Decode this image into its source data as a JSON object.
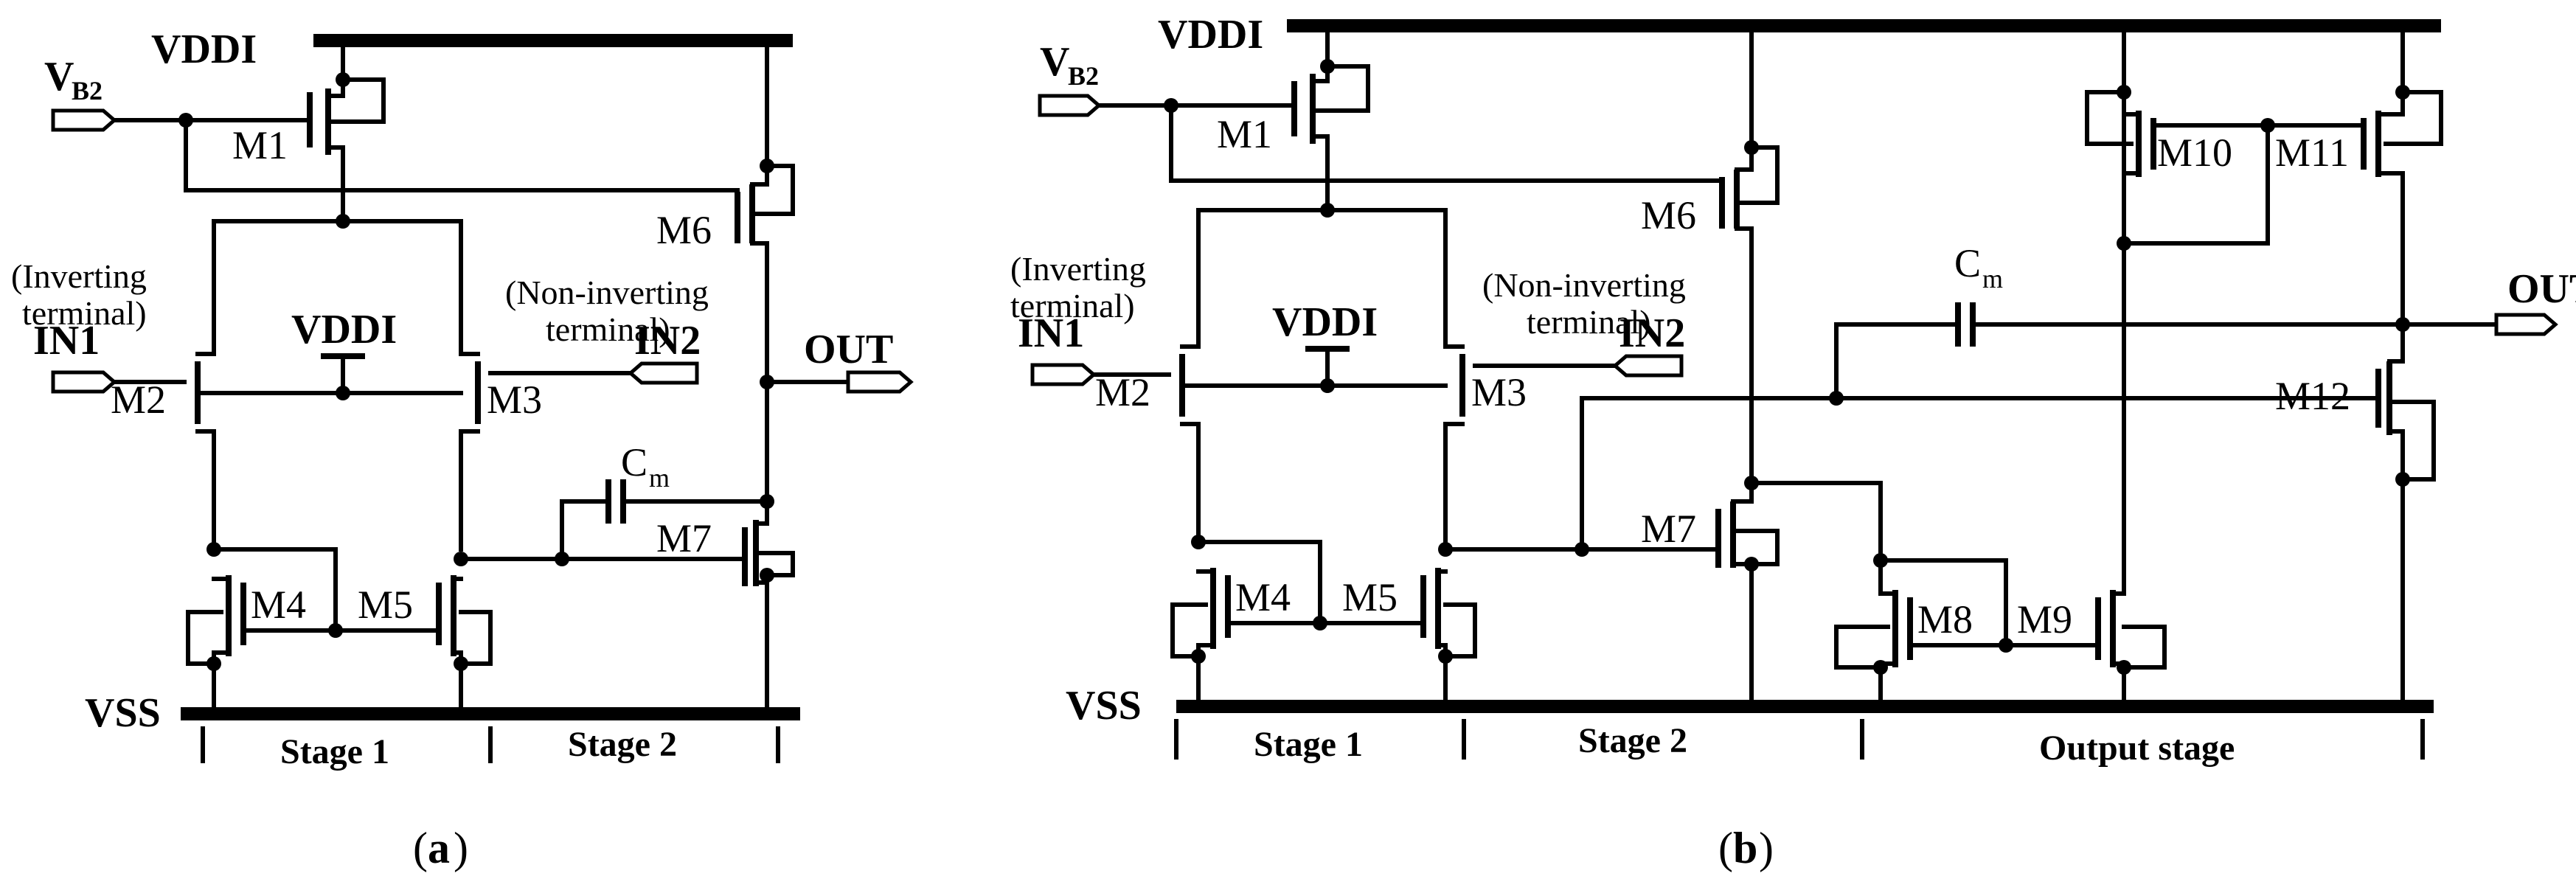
{
  "a": {
    "caption_open": "(",
    "caption_letter": "a",
    "caption_close": ")",
    "vddi": "VDDI",
    "vddi_mid": "VDDI",
    "vss": "VSS",
    "vb2_main": "V",
    "vb2_sub": "B2",
    "in1": "IN1",
    "in2": "IN2",
    "out": "OUT",
    "inv_line1": "(Inverting",
    "inv_line2": "terminal)",
    "noninv_line1": "(Non-inverting",
    "noninv_line2": "terminal)",
    "cm_main": "C",
    "cm_sub": "m",
    "transistors": [
      "M1",
      "M2",
      "M3",
      "M4",
      "M5",
      "M6",
      "M7"
    ],
    "stages": [
      "Stage 1",
      "Stage 2"
    ]
  },
  "b": {
    "caption_open": "(",
    "caption_letter": "b",
    "caption_close": ")",
    "vddi": "VDDI",
    "vddi_mid": "VDDI",
    "vss": "VSS",
    "vb2_main": "V",
    "vb2_sub": "B2",
    "in1": "IN1",
    "in2": "IN2",
    "out": "OUT",
    "inv_line1": "(Inverting",
    "inv_line2": "terminal)",
    "noninv_line1": "(Non-inverting",
    "noninv_line2": "terminal)",
    "cm_main": "C",
    "cm_sub": "m",
    "transistors": [
      "M1",
      "M2",
      "M3",
      "M4",
      "M5",
      "M6",
      "M7",
      "M8",
      "M9",
      "M10",
      "M11",
      "M12"
    ],
    "stages": [
      "Stage 1",
      "Stage 2",
      "Output stage"
    ]
  }
}
